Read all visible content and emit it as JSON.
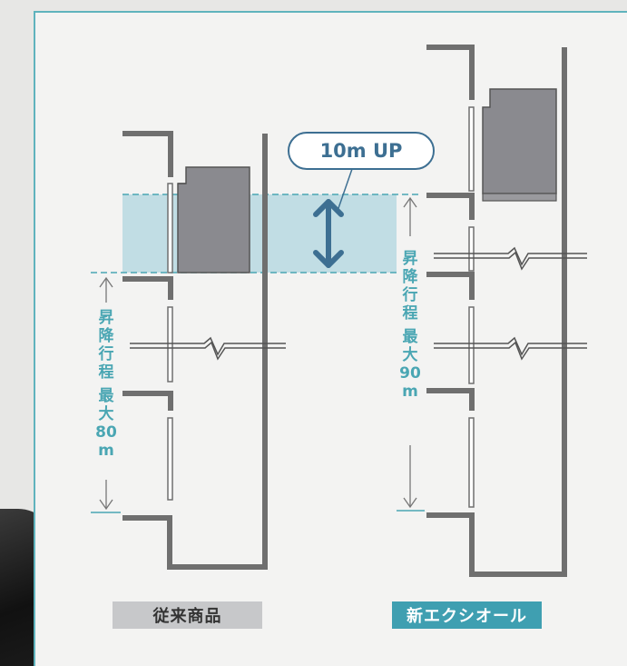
{
  "labels": {
    "up_badge": "10m UP",
    "left_travel_chars": [
      "昇",
      "降",
      "行",
      "程",
      "最",
      "大",
      "80",
      "m"
    ],
    "right_travel_chars": [
      "昇",
      "降",
      "行",
      "程",
      "最",
      "大",
      "90",
      "m"
    ],
    "left_caption": "従来商品",
    "right_caption": "新エクシオール"
  },
  "colors": {
    "accent_teal": "#3f9fb1",
    "arrow_navy": "#3d6f92",
    "band_fill": "#b7d8e2",
    "wall_gray": "#6f6f6f",
    "car_gray": "#8a8a8f"
  },
  "icons": [
    "double-arrow-icon",
    "break-mark-icon",
    "up-arrow-icon",
    "down-arrow-icon"
  ]
}
